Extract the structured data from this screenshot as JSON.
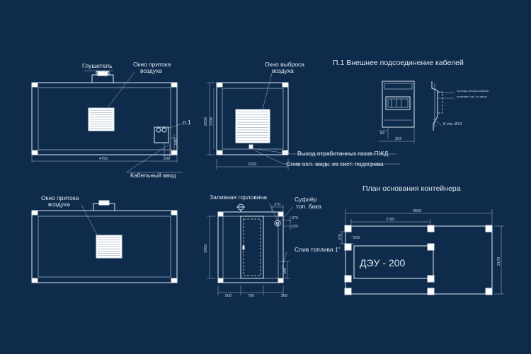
{
  "diagram": {
    "top_view": {
      "labels": {
        "muffler": "Глушитель",
        "air_inlet_line1": "Окно притока",
        "air_inlet_line2": "воздуха",
        "cable_entry": "Кабельный ввод",
        "p1_marker": "п.1"
      },
      "dims": {
        "length": "4750",
        "cable_w": "200",
        "cable_h": "540"
      }
    },
    "end_view": {
      "labels": {
        "air_exhaust_line1": "Окно выброса",
        "air_exhaust_line2": "воздуха",
        "exhaust_gas": "Выход отработанных газов ПЖД",
        "coolant_drain": "Слив охл. жидк. из сист. подогрева"
      },
      "dims": {
        "width": "2320",
        "h_outer": "2650",
        "h_inner": "2336"
      }
    },
    "detail_p1": {
      "title": "П.1  Внешнее подсоединение кабелей",
      "dims": {
        "d84": "84",
        "d252": "252"
      },
      "labels": {
        "note_line1": "На входе силовых кабелей",
        "note_line2": "установить кас. по заказу",
        "holes": "8 отв. Ø13"
      }
    },
    "side_view": {
      "labels": {
        "air_inlet_line1": "Окно притока",
        "air_inlet_line2": "воздуха"
      }
    },
    "door_view": {
      "labels": {
        "filler_neck": "Заливная горловина",
        "breather_line1": "Суфлёр",
        "breather_line2": "топ. бака",
        "fuel_drain": "Слив топлива 1\""
      },
      "dims": {
        "d370": "370",
        "d375": "375",
        "d225": "225",
        "d1900": "1900",
        "d500": "500",
        "d700": "700",
        "d200": "200"
      }
    },
    "base_plan": {
      "title": "План основания контейнера",
      "label_box": "ДЭУ - 200",
      "dims": {
        "d4550": "4550",
        "d2785": "2785",
        "d200": "200",
        "d270": "270",
        "d2170": "2170"
      }
    }
  }
}
